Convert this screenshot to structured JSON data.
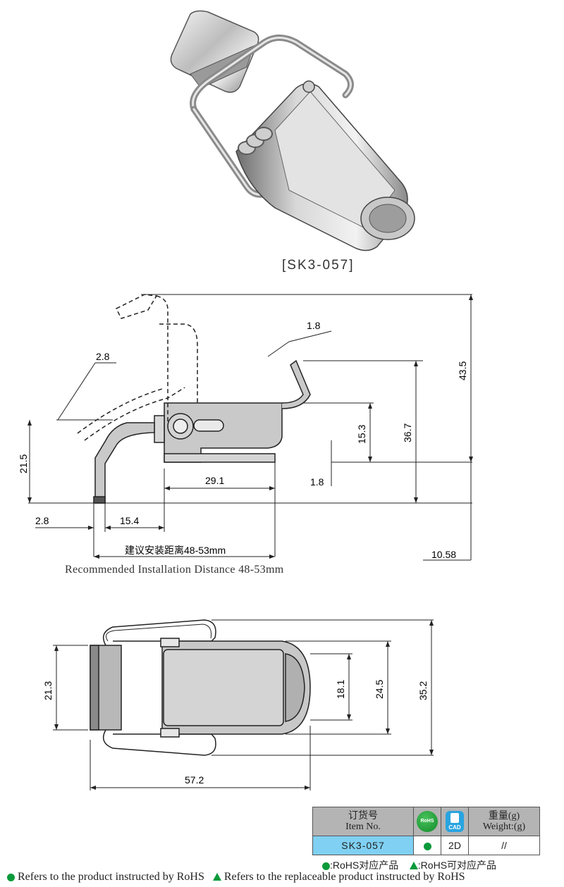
{
  "product": {
    "model_caption": "[SK3-057]"
  },
  "side_view": {
    "dim_1_8_top": "1.8",
    "dim_2_8_top": "2.8",
    "dim_43_5": "43.5",
    "dim_36_7": "36.7",
    "dim_15_3": "15.3",
    "dim_21_5": "21.5",
    "dim_29_1": "29.1",
    "dim_1_8_bottom": "1.8",
    "dim_2_8_bottom": "2.8",
    "dim_15_4": "15.4",
    "dim_10_58": "10.58",
    "recommended_cn": "建议安装距离48-53mm",
    "recommended_en": "Recommended Installation Distance 48-53mm"
  },
  "top_view": {
    "dim_21_3": "21.3",
    "dim_18_1": "18.1",
    "dim_24_5": "24.5",
    "dim_35_2": "35.2",
    "dim_57_2": "57.2"
  },
  "order_table": {
    "header_item_cn": "订货号",
    "header_item_en": "Item No.",
    "rohs_icon_text": "RoHS",
    "cad_icon_text": "CAD",
    "header_weight_cn": "重量(g)",
    "header_weight_en": "Weight:(g)",
    "row": {
      "item_no": "SK3-057",
      "rohs_mark": "dot",
      "cad": "2D",
      "weight": "//"
    }
  },
  "legend": {
    "dot_cn": ":RoHS对应产品",
    "tri_cn": ":RoHS可对应产品",
    "dot_en": "Refers to the product instructed by RoHS",
    "tri_en": "Refers to the replaceable product instructed by RoHS"
  },
  "colors": {
    "accent_green": "#0a9a3a",
    "table_blue": "#7fd0f2",
    "table_gray": "#b4b4b4"
  }
}
